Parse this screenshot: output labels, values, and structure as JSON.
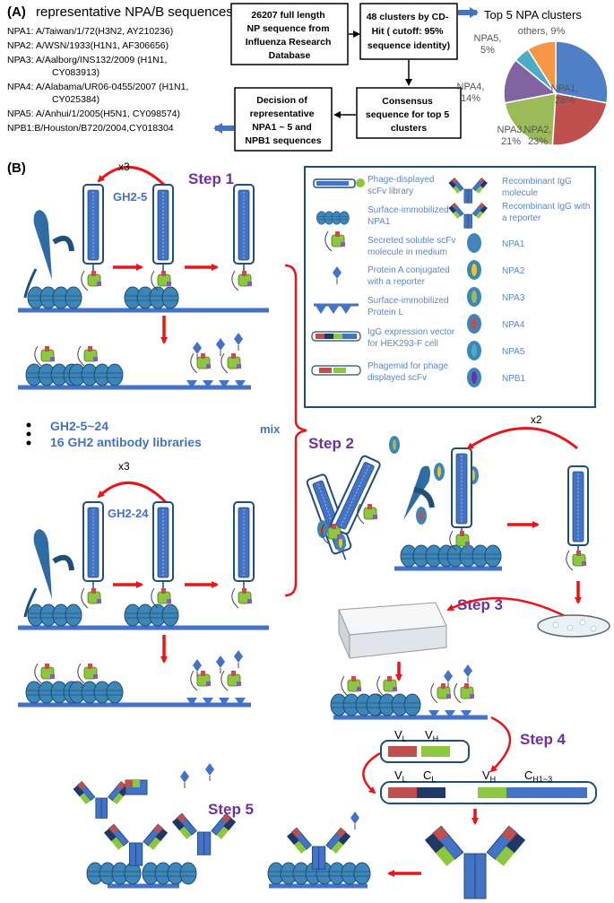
{
  "panel_a": {
    "label": "(A)",
    "seq_title": "representative NPA/B sequences",
    "sequences": [
      "NPA1: A/Taiwan/1/72(H3N2, AY210236)",
      "NPA2: A/WSN/1933(H1N1, AF306656)",
      "NPA3: A/Aalborg/INS132/2009 (H1N1,",
      "CY083913)",
      "NPA4: A/Alabama/UR06-0455/2007 (H1N1,",
      "CY025384)",
      "NPA5: A/Anhui/1/2005(H5N1, CY098574)",
      "NPB1:B/Houston/B720/2004,CY018304"
    ],
    "box1": [
      "26207 full length",
      "NP sequence from",
      "Influenza Research",
      "Database"
    ],
    "box2": [
      "48 clusters by CD-",
      "Hit ( cutoff: 95%",
      "sequence identity)"
    ],
    "box3": [
      "Consensus",
      "sequence for top 5",
      "clusters"
    ],
    "box4": [
      "Decision of",
      "representative",
      "NPA1 ~ 5 and",
      "NPB1 sequences"
    ],
    "pie_title": "Top 5 NPA clusters"
  },
  "chart_data": {
    "type": "pie",
    "title": "Top 5 NPA clusters",
    "slices": [
      {
        "label": "NPA1,",
        "pct": "28%",
        "value": 28,
        "color": "#4f7fc4"
      },
      {
        "label": "NPA2,",
        "pct": "23%",
        "value": 23,
        "color": "#c0504d"
      },
      {
        "label": "NPA3,",
        "pct": "21%",
        "value": 21,
        "color": "#9bbb59"
      },
      {
        "label": "NPA4,",
        "pct": "14%",
        "value": 14,
        "color": "#8064a2"
      },
      {
        "label": "NPA5,",
        "pct": "5%",
        "value": 5,
        "color": "#4bacc6"
      },
      {
        "label": "others,",
        "pct": "9%",
        "value": 9,
        "color": "#f79646"
      }
    ]
  },
  "panel_b": {
    "label": "(B)",
    "step1": "Step 1",
    "step2": "Step 2",
    "step3": "Step 3",
    "step4": "Step 4",
    "step5": "Step 5",
    "gh2_5": "GH2-5",
    "gh2_24": "GH2-24",
    "x3": "x3",
    "x2": "x2",
    "mix": "mix",
    "libs_line1": "GH2-5~24",
    "libs_line2": "16 GH2 antibody libraries",
    "vl": "V",
    "vl_sub": "L",
    "vh": "V",
    "vh_sub": "H",
    "cl": "C",
    "cl_sub": "L",
    "ch": "C",
    "ch_sub": "H1~3"
  },
  "legend": {
    "left": [
      [
        "Phage-displayed",
        "scFv library"
      ],
      [
        "Surface-immobilized",
        "NPA1"
      ],
      [
        "Secreted soluble scFv",
        "molecule in medium"
      ],
      [
        "Protein A conjugated",
        "with a reporter"
      ],
      [
        "Surface-immobilized",
        "Protein L"
      ],
      [
        "IgG expression vector",
        "for HEK293-F cell"
      ],
      [
        "Phagemid for phage",
        "displayed scFv"
      ]
    ],
    "right": [
      [
        "Recombinant IgG",
        "molecule"
      ],
      [
        "Recombinant IgG with",
        "a reporter"
      ],
      [
        "NPA1"
      ],
      [
        "NPA2"
      ],
      [
        "NPA3"
      ],
      [
        "NPA4"
      ],
      [
        "NPA5"
      ],
      [
        "NPB1"
      ]
    ]
  }
}
